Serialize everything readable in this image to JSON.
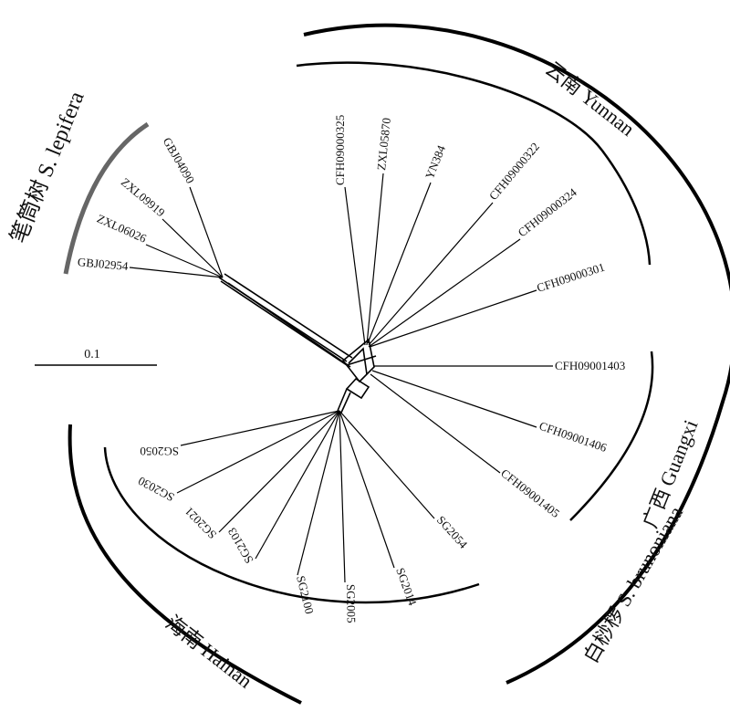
{
  "scale_bar": {
    "label": "0.1"
  },
  "groups": {
    "lepifera": {
      "label": "笔筒树 S. lepifera",
      "color": "#666666"
    },
    "yunnan": {
      "label": "云南 Yunnan"
    },
    "guangxi": {
      "label": "广西 Guangxi"
    },
    "hainan": {
      "label": "海南 Hainan"
    },
    "brunoniana": {
      "label": "白桫椤 S. brunoniana"
    }
  },
  "leaves": {
    "GBJ04090": "GBJ04090",
    "ZXL09919": "ZXL09919",
    "ZXL06026": "ZXL06026",
    "GBJ02954": "GBJ02954",
    "CFH09000325": "CFH09000325",
    "ZXL05870": "ZXL05870",
    "YN384": "YN384",
    "CFH09000322": "CFH09000322",
    "CFH09000324": "CFH09000324",
    "CFH09000301": "CFH09000301",
    "CFH09001403": "CFH09001403",
    "CFH09001406": "CFH09001406",
    "CFH09001405": "CFH09001405",
    "SG2050": "SG2050",
    "SG2030": "SG2030",
    "SG2021": "SG2021",
    "SG2103": "SG2103",
    "SG2100": "SG2100",
    "SG2005": "SG2005",
    "SG2014": "SG2014",
    "SG2054": "SG2054"
  }
}
